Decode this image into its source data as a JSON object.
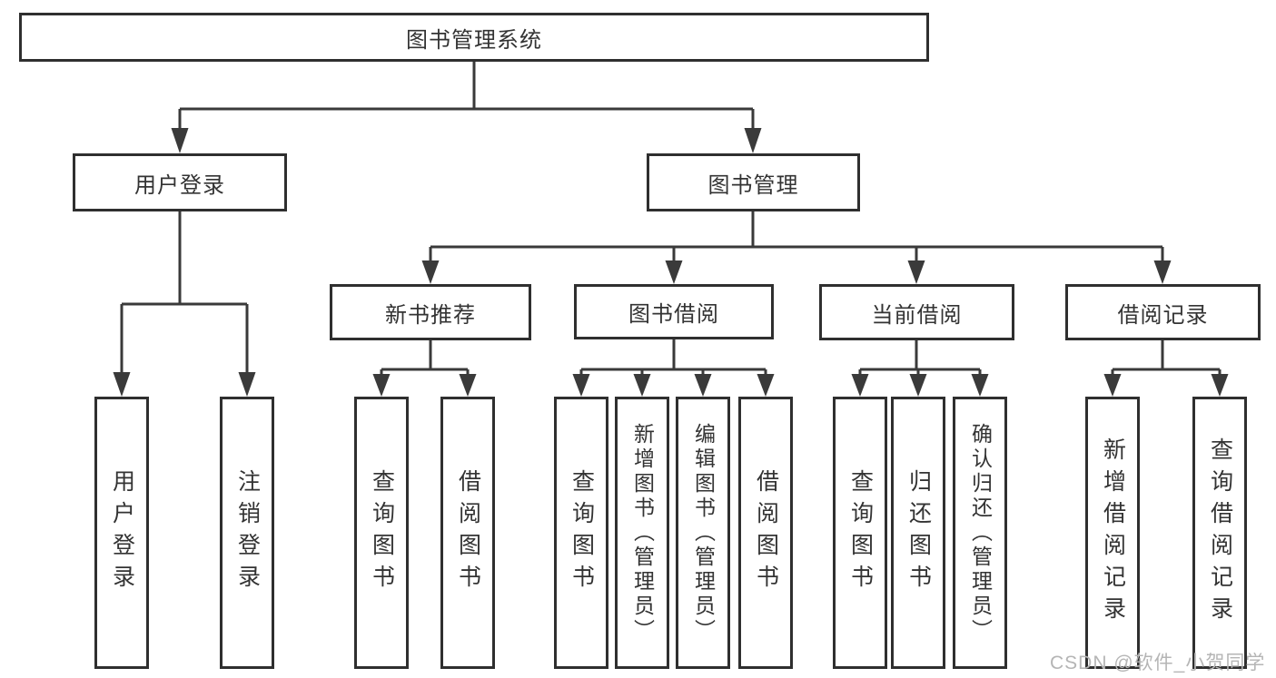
{
  "diagram": {
    "title": "图书管理系统",
    "nodes": {
      "root": "图书管理系统",
      "l2": [
        "用户登录",
        "图书管理"
      ],
      "l3": [
        "新书推荐",
        "图书借阅",
        "当前借阅",
        "借阅记录"
      ],
      "l4": {
        "g1": [
          "用户登录",
          "注销登录"
        ],
        "g2": [
          "查询图书",
          "借阅图书"
        ],
        "g3": [
          "查询图书",
          "新增图书（管理员）",
          "编辑图书（管理员）",
          "借阅图书"
        ],
        "g4": [
          "查询图书",
          "归还图书",
          "确认归还（管理员）"
        ],
        "g5": [
          "新增借阅记录",
          "查询借阅记录"
        ]
      }
    },
    "colors": {
      "line": "#3a3a3a",
      "border": "#2f2f2f",
      "text": "#333333",
      "background": "#ffffff",
      "watermark": "#b5b5b5"
    }
  },
  "watermark": {
    "text": "CSDN @软件_小贺同学"
  }
}
